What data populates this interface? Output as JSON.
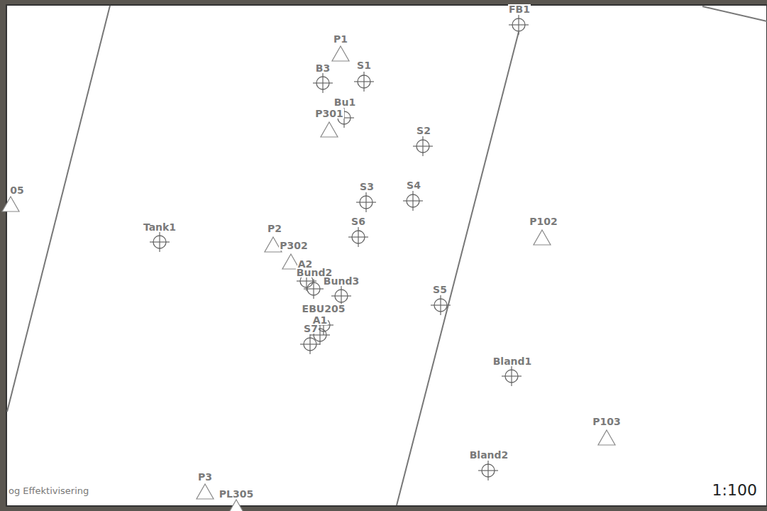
{
  "diagram": {
    "labels": [
      "P1",
      "B3",
      "S1",
      "Bu1",
      "P301",
      "S2",
      "FB1",
      "05",
      "Tank1",
      "P2",
      "P302",
      "A2",
      "Bund2",
      "Bund3",
      "S3",
      "S4",
      "S6",
      "P102",
      "S5",
      "EBU205",
      "A1",
      "S7",
      "Bland1",
      "Bland2",
      "P103",
      "P3",
      "PL305",
      "og Effektivisering",
      "1:100"
    ]
  }
}
